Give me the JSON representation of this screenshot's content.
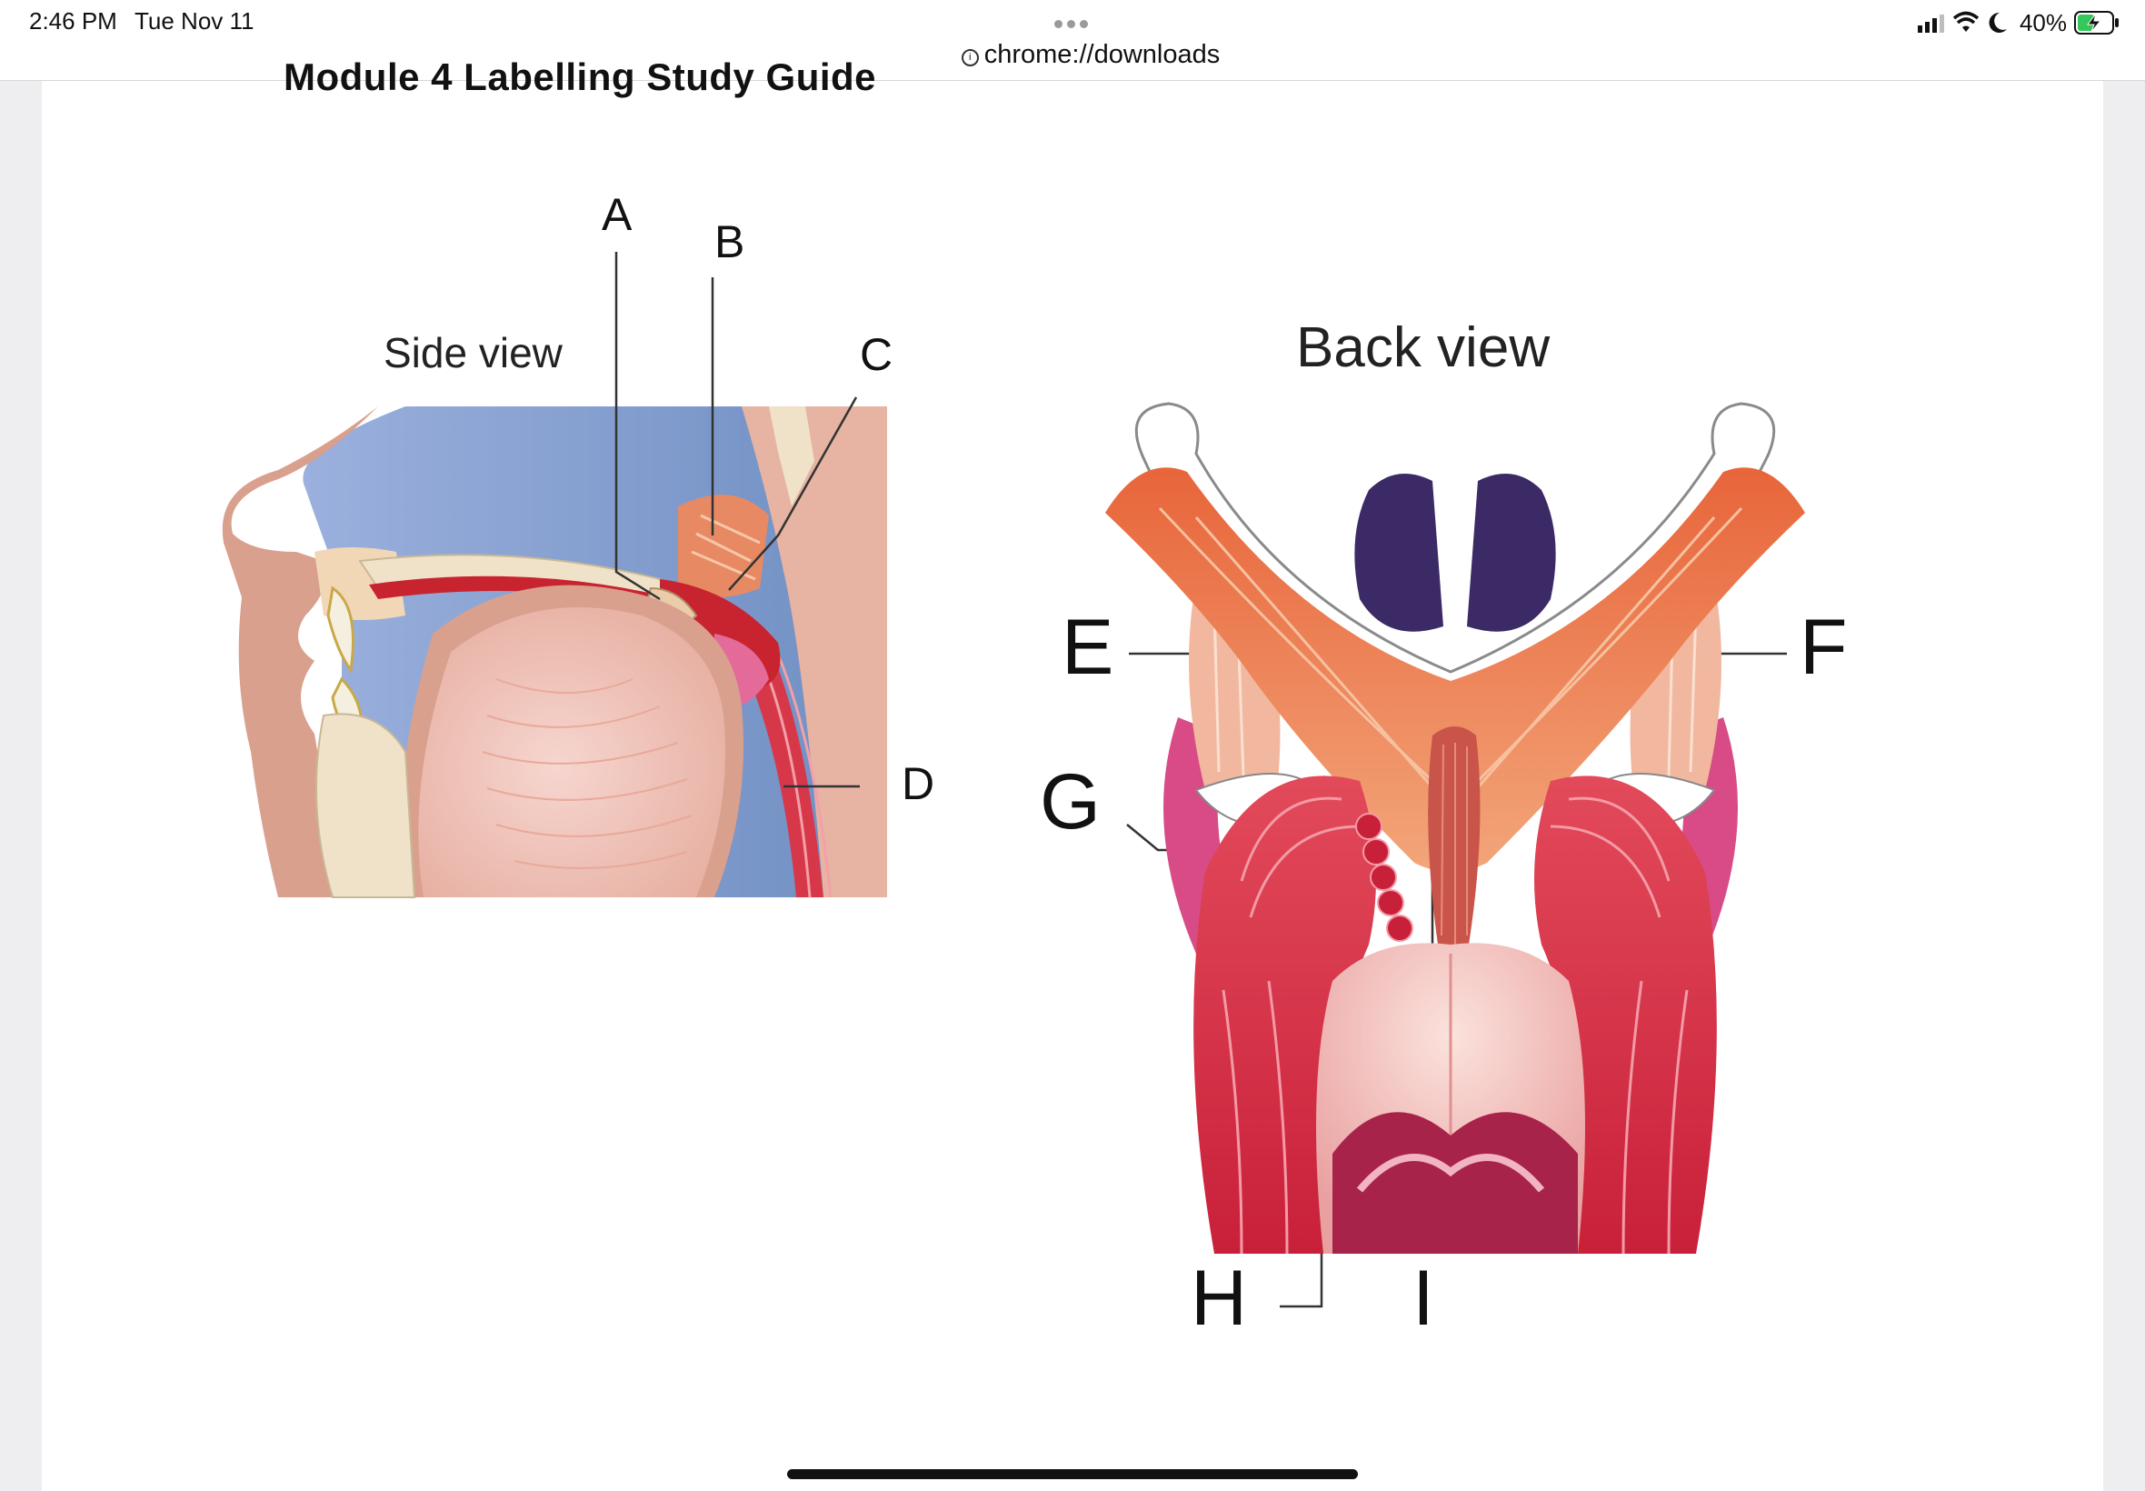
{
  "status": {
    "time": "2:46 PM",
    "date": "Tue Nov 11",
    "url": "chrome://downloads",
    "battery": "40%"
  },
  "document": {
    "title": "Module 4 Labelling Study Guide"
  },
  "figure": {
    "side_view_title": "Side view",
    "back_view_title": "Back view",
    "labels": {
      "a": "A",
      "b": "B",
      "c": "C",
      "d": "D",
      "e": "E",
      "f": "F",
      "g": "G",
      "h": "H",
      "i": "I"
    }
  },
  "colors": {
    "muscle_red": "#d6384a",
    "muscle_orange": "#e06a3a",
    "cavity_blue": "#7f9ccc",
    "tongue_pink": "#f1c3b6",
    "nasal_purple": "#3b2a66"
  }
}
